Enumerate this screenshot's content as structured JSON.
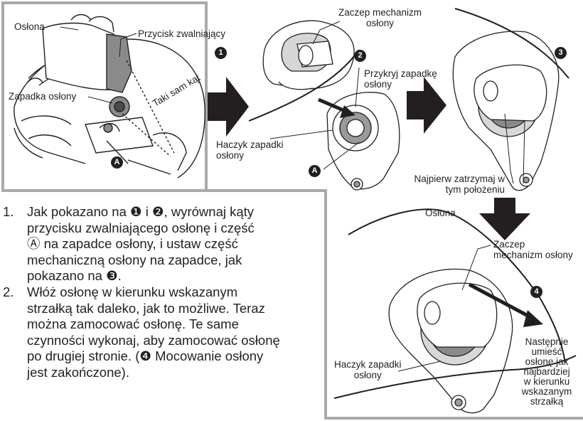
{
  "labels": {
    "visor": "Osłona",
    "release_button": "Przycisk zwalniający",
    "visor_latch": "Zapadka osłony",
    "same_angle": "Taki sam kąt",
    "mechanism_hook_1": [
      "Zaczep mechanizm",
      "osłony"
    ],
    "cover_latch": [
      "Przykryj zapadkę",
      "osłony"
    ],
    "latch_hook_1": [
      "Haczyk zapadki",
      "osłony"
    ],
    "stop_first": [
      "Najpierw zatrzymaj w",
      "tym położeniu"
    ],
    "visor_2": "Osłona",
    "mechanism_hook_2": [
      "Zaczep",
      "mechanizm osłony"
    ],
    "latch_hook_2": [
      "Haczyk zapadki",
      "osłony"
    ],
    "next_place": [
      "Następnie",
      "umieść",
      "osłonę jak",
      "najbardziej",
      "w kierunku",
      "wskazanym",
      "strzałką"
    ],
    "part_a": "A"
  },
  "step_markers": [
    "1",
    "2",
    "3",
    "4"
  ],
  "steps": [
    {
      "num": "1.",
      "lines": [
        "Jak pokazano na ❶ i ❷, wyrównaj kąty",
        "przycisku zwalniającego osłonę i część",
        "Ⓐ na zapadce osłony, i ustaw część",
        "mechaniczną osłony na zapadce, jak",
        "pokazano na ❸."
      ]
    },
    {
      "num": "2.",
      "lines": [
        "Włóż osłonę w kierunku wskazanym",
        "strzałką tak daleko, jak to możliwe. Teraz",
        "można zamocować osłonę. Te same",
        "czynności wykonaj, aby zamocować osłonę",
        "po drugiej stronie. (❹ Mocowanie osłony",
        "jest zakończone)."
      ]
    }
  ],
  "colors": {
    "frame": "#a7a9ac",
    "ink": "#231f20",
    "arrow": "#231f20",
    "dark_part": "#7a7a7a"
  }
}
